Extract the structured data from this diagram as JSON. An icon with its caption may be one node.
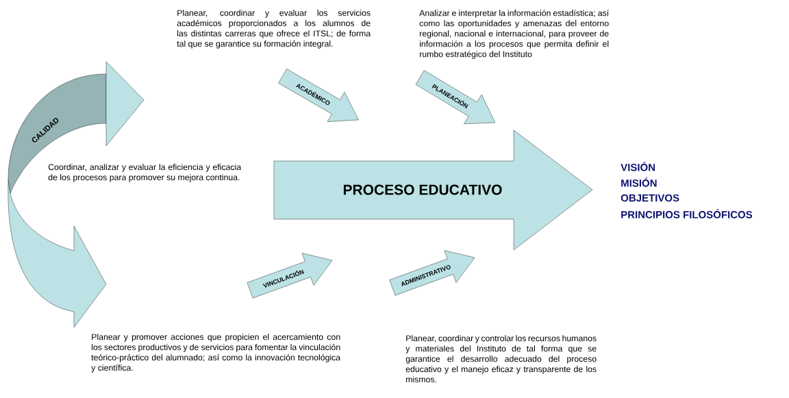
{
  "diagram": {
    "nodes": [
      {
        "text": [
          "CALIDAD"
        ]
      },
      {
        "text": [
          "ACADÉMICO"
        ]
      },
      {
        "text": [
          "PLANEACIÓN"
        ]
      },
      {
        "text": [
          "PROCESO EDUCATIVO"
        ]
      },
      {
        "text": [
          "VINCULACIÓN"
        ]
      },
      {
        "text": [
          "ADMINISTRATIVO"
        ]
      }
    ],
    "labels": [
      "Planear, coordinar y evaluar los servicios académicos proporcionados a los alumnos de las distintas carreras que ofrece el ITSL; de forma tal que se garantice su formación integral.",
      "Analizar e interpretar la información estadística; así como las oportunidades y amenazas del entorno regional, nacional e internacional, para proveer de información a los procesos que permita definir el rumbo estratégico del Instituto",
      "Coordinar, analizar y evaluar la eficiencia y eficacia de los procesos para promover su mejora continua.",
      "VISIÓN",
      "MISIÓN",
      "OBJETIVOS",
      "PRINCIPIOS FILOSÓFICOS",
      "Planear y promover acciones que propicien el acercamiento con los sectores productivos y de servicios para fomentar la vinculación teórico-práctico del alumnado; así como la innovación tecnológica y científica.",
      "Planear, coordinar y controlar los recursos humanos y materiales del Instituto de tal forma que se garantice el desarrollo adecuado del proceso educativo y el manejo eficaz y transparente de los mismos."
    ]
  }
}
